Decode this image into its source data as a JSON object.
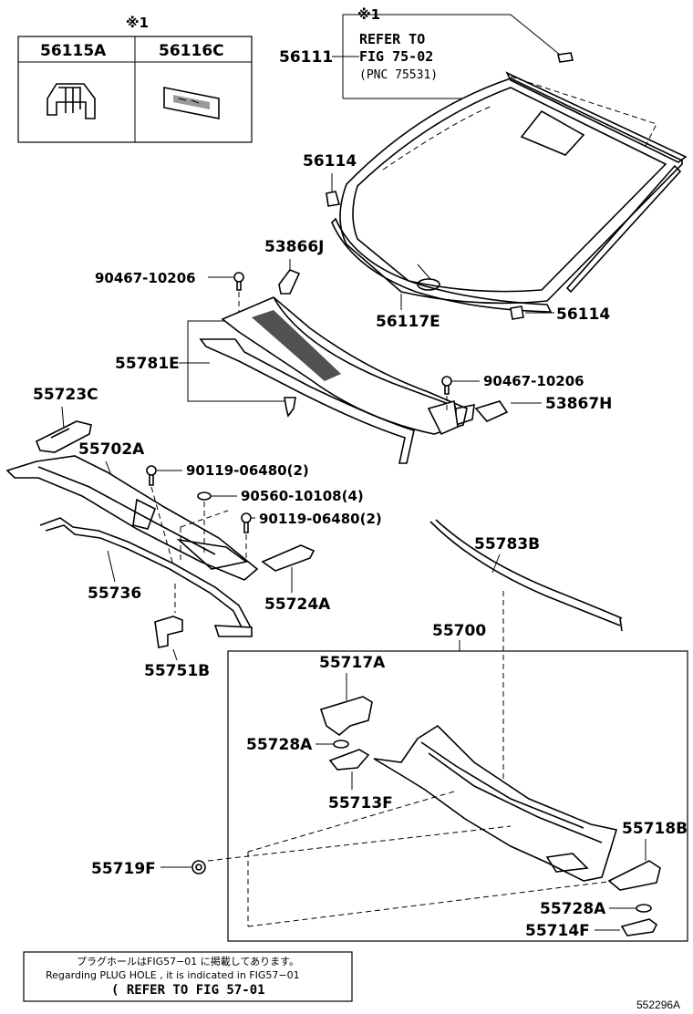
{
  "inset": {
    "mark": "※1",
    "col1": "56115A",
    "col2": "56116C"
  },
  "reference": {
    "mark": "※1",
    "line1": "REFER TO",
    "line2": "FIG 75-02",
    "line3": "(PNC 75531)"
  },
  "labels": {
    "p56111": "56111",
    "p56114_a": "56114",
    "p56114_b": "56114",
    "p53866j": "53866J",
    "p90467_a": "90467-10206",
    "p90467_b": "90467-10206",
    "p56117e": "56117E",
    "p55781e": "55781E",
    "p53867h": "53867H",
    "p55723c": "55723C",
    "p55702a": "55702A",
    "p90119_a": "90119-06480(2)",
    "p90560": "90560-10108(4)",
    "p90119_b": "90119-06480(2)",
    "p55783b": "55783B",
    "p55736": "55736",
    "p55724a": "55724A",
    "p55751b": "55751B",
    "p55700": "55700",
    "p55717a": "55717A",
    "p55728a_a": "55728A",
    "p55713f": "55713F",
    "p55718b": "55718B",
    "p55719f": "55719F",
    "p55728a_b": "55728A",
    "p55714f": "55714F"
  },
  "footnote": {
    "line1": "プラグホールはFIG57−01 に掲載してあります。",
    "line2": "Regarding PLUG HOLE , it is indicated in FIG57−01",
    "line3": "( REFER TO FIG 57-01"
  },
  "illustration_code": "552296A"
}
